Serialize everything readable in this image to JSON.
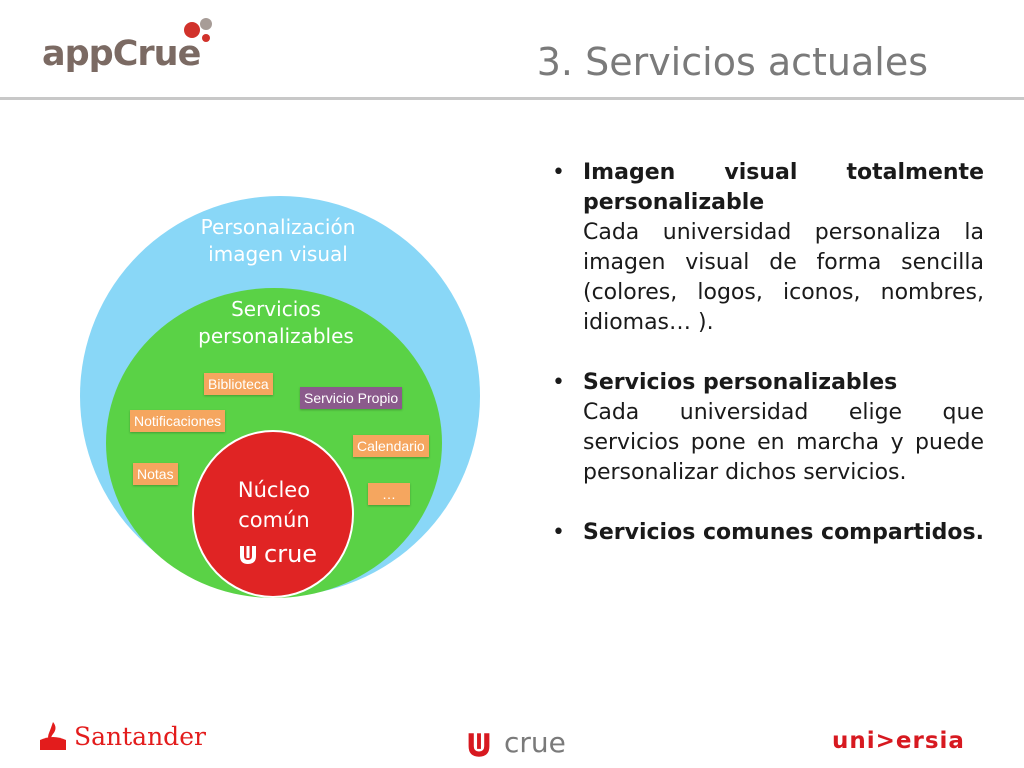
{
  "header": {
    "logo_text": "appCrue",
    "title": "3. Servicios actuales"
  },
  "diagram": {
    "outer_label": "Personalización imagen visual",
    "middle_label": "Servicios personalizables",
    "core_label": "Núcleo común",
    "core_logo_text": "crue",
    "tags": [
      {
        "label": "Biblioteca",
        "style": "orange"
      },
      {
        "label": "Servicio Propio",
        "style": "purple"
      },
      {
        "label": "Notificaciones",
        "style": "orange"
      },
      {
        "label": "Calendario",
        "style": "orange"
      },
      {
        "label": "Notas",
        "style": "orange"
      },
      {
        "label": "…",
        "style": "orange"
      }
    ]
  },
  "bullets": [
    {
      "title": "Imagen visual totalmente personalizable",
      "description": "Cada universidad personaliza la imagen visual de forma sencilla (colores, logos, iconos, nombres, idiomas… )."
    },
    {
      "title": "Servicios personalizables",
      "description": "Cada universidad elige que servicios pone en marcha y puede personalizar dichos servicios."
    },
    {
      "title": "Servicios comunes compartidos.",
      "description": ""
    }
  ],
  "footer": {
    "santander": "Santander",
    "crue": "crue",
    "universia": "uni>ersia"
  },
  "colors": {
    "outer_circle": "#89d7f7",
    "middle_circle": "#5ad246",
    "core_circle": "#e02424",
    "tag_orange": "#f5a65f",
    "tag_purple": "#8b5a8c"
  }
}
